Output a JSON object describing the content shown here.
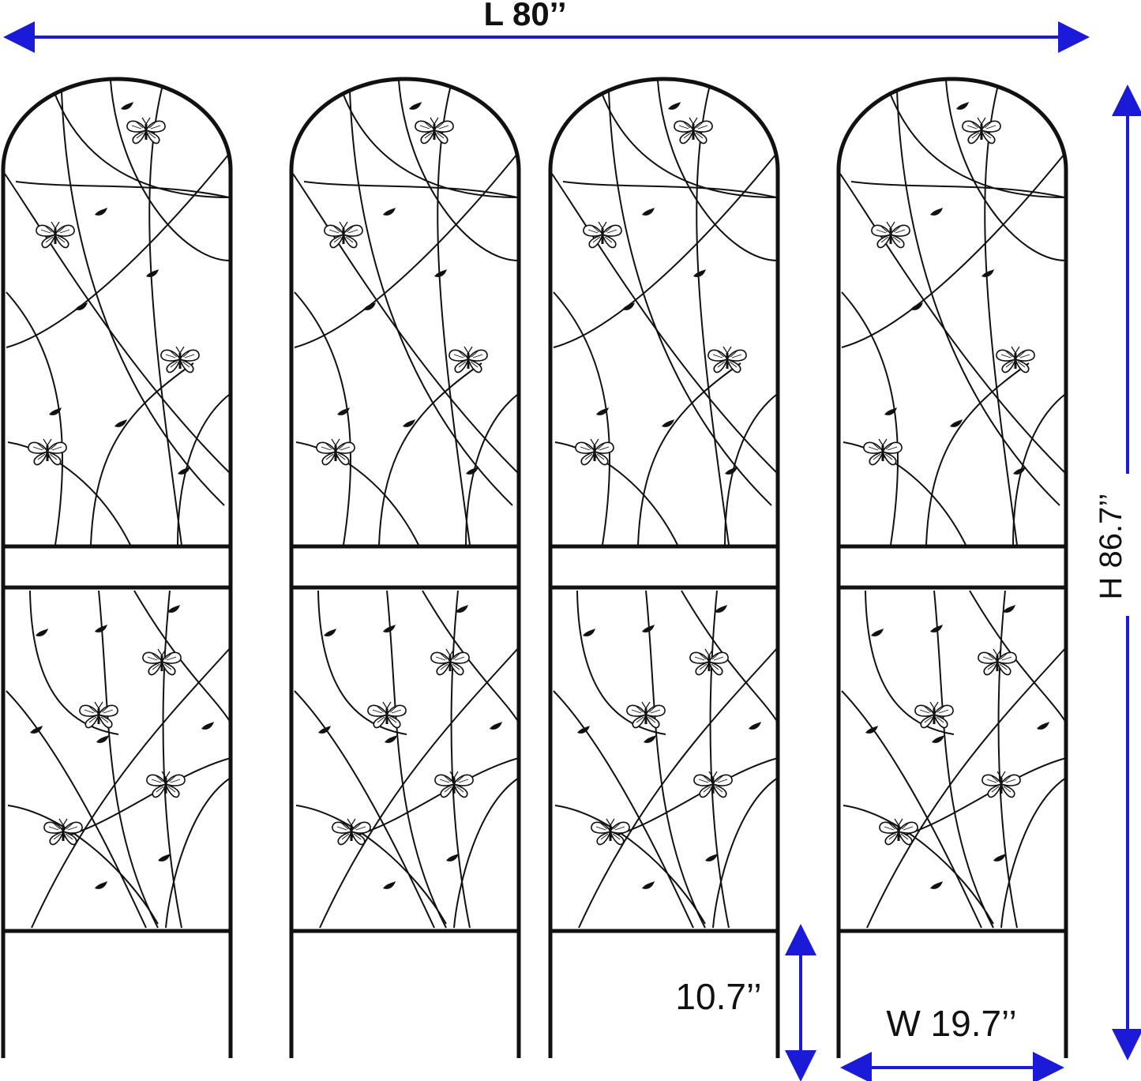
{
  "dimensions": {
    "length_label": "L 80’’",
    "height_label": "H 86.7’’",
    "stake_label": "10.7’’",
    "width_label": "W 19.7’’"
  },
  "colors": {
    "frame": "#111111",
    "arrow": "#1a1ad8",
    "background": "#ffffff"
  },
  "panels": [
    {
      "id": "panel-1"
    },
    {
      "id": "panel-2"
    },
    {
      "id": "panel-3"
    },
    {
      "id": "panel-4"
    }
  ]
}
